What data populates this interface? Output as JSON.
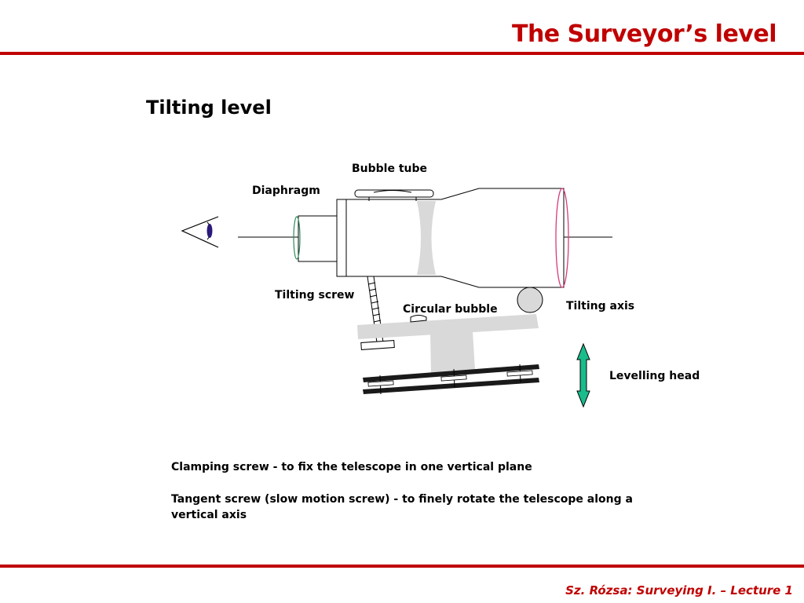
{
  "header": {
    "title": "The Surveyor’s level"
  },
  "slide": {
    "subtitle": "Tilting level"
  },
  "diagram": {
    "labels": {
      "bubble_tube": "Bubble tube",
      "diaphragm": "Diaphragm",
      "tilting_screw": "Tilting screw",
      "circular_bubble": "Circular bubble",
      "tilting_axis": "Tilting axis",
      "levelling_head": "Levelling head"
    },
    "colors": {
      "objective_lens": "#d63a7a",
      "eyepiece_lens": "#2e8b57",
      "pupil": "#2b1a7a",
      "arrow": "#1abc8c",
      "base_bars": "#1a1a1a",
      "body_gray": "#d9d9d9",
      "outline": "#000000"
    }
  },
  "notes": {
    "clamping": "Clamping screw - to fix the telescope in one vertical plane",
    "tangent": "Tangent screw (slow motion screw) - to finely  rotate the telescope along a vertical axis"
  },
  "footer": {
    "credit": "Sz. Rózsa: Surveying I. – Lecture 1"
  }
}
